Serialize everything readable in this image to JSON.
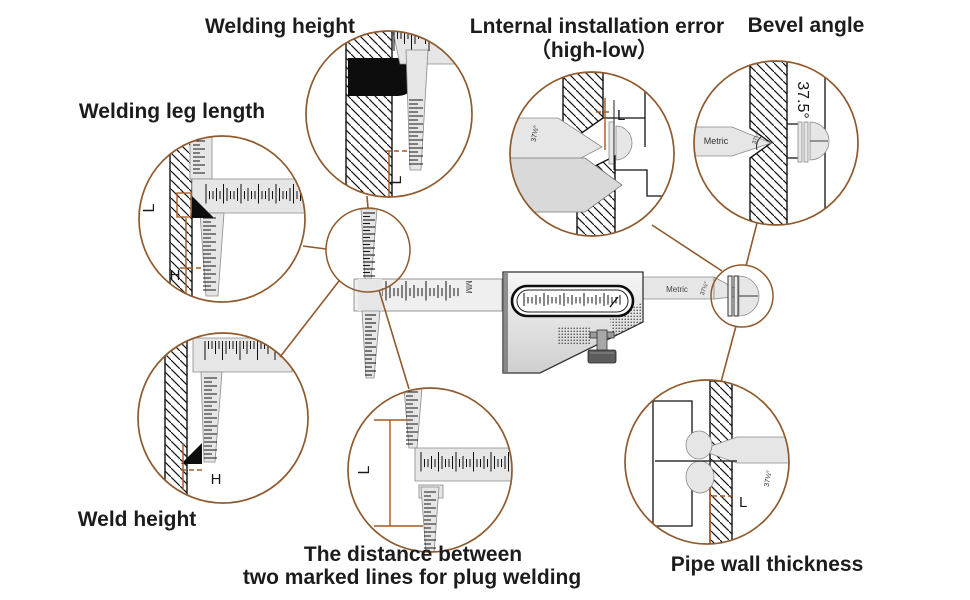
{
  "colors": {
    "background": "#ffffff",
    "accent_brown": "#8f5a2e",
    "measure_brown": "#a8581f",
    "label_text": "#1c1c1c"
  },
  "labels": {
    "welding_height": "Welding height",
    "welding_leg_length": "Welding leg length",
    "internal_error_line1": "Lnternal installation error",
    "internal_error_line2": "（high-low）",
    "bevel_angle": "Bevel angle",
    "weld_height": "Weld height",
    "plug_distance_line1": "The distance between",
    "plug_distance_line2": "two marked lines for plug welding",
    "pipe_wall_thickness": "Pipe wall thickness"
  },
  "annotations": {
    "dim_l": "L",
    "dim_h": "H",
    "bevel_value": "37.5°",
    "gauge_angle": "37½°",
    "metric": "Metric",
    "mm": "MM"
  }
}
